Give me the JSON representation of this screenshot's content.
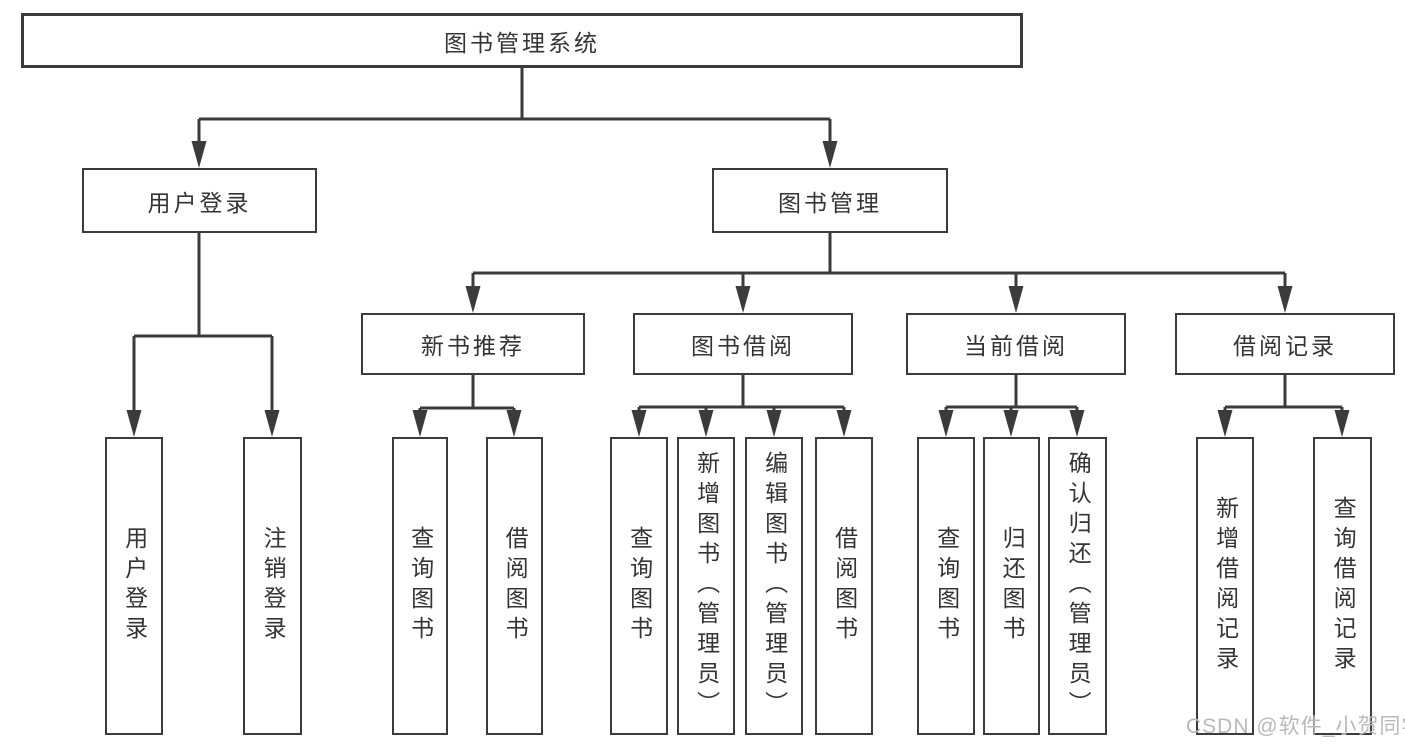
{
  "diagram": {
    "root": {
      "label": "图书管理系统"
    },
    "level1": [
      {
        "label": "用户登录",
        "children": [
          {
            "label": "用户登录"
          },
          {
            "label": "注销登录"
          }
        ]
      },
      {
        "label": "图书管理",
        "children": [
          {
            "label": "新书推荐",
            "children": [
              {
                "label": "查询图书"
              },
              {
                "label": "借阅图书"
              }
            ]
          },
          {
            "label": "图书借阅",
            "children": [
              {
                "label": "查询图书"
              },
              {
                "label": "新增图书（管理员）"
              },
              {
                "label": "编辑图书（管理员）"
              },
              {
                "label": "借阅图书"
              }
            ]
          },
          {
            "label": "当前借阅",
            "children": [
              {
                "label": "查询图书"
              },
              {
                "label": "归还图书"
              },
              {
                "label": "确认归还（管理员）"
              }
            ]
          },
          {
            "label": "借阅记录",
            "children": [
              {
                "label": "新增借阅记录"
              },
              {
                "label": "查询借阅记录"
              }
            ]
          }
        ]
      }
    ]
  },
  "watermark": {
    "text": "CSDN @软件_小贺同学"
  },
  "colors": {
    "line": "#3b3b3b",
    "text": "#343434",
    "watermark": "#b9b9b9",
    "background": "#ffffff"
  }
}
